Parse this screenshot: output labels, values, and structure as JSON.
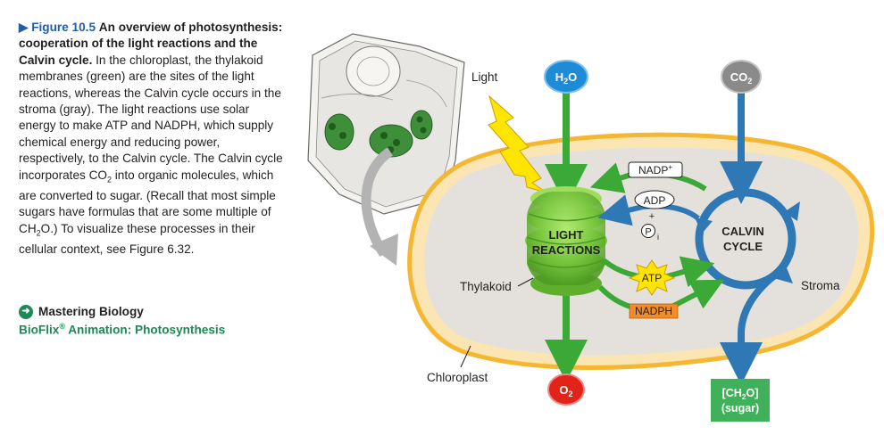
{
  "caption": {
    "figure_label": "▶ Figure 10.5",
    "title": "An overview of photosynthesis: cooperation of the light reactions and the Calvin cycle.",
    "body_1": "In the chloroplast, the thylakoid membranes (green) are the sites of the light reactions, whereas the Calvin cycle occurs in the stroma (gray). The light reactions use solar energy to make ATP and NADPH, which supply chemical energy and reducing power, respectively, to the Calvin cycle. The Calvin cycle incorporates CO",
    "sub_2": "2",
    "body_2": " into organic molecules, which are converted to sugar. (Recall that most simple sugars have formulas that are some multiple of CH",
    "body_3": "O.) To visualize these processes in their cellular context, see Figure 6.32."
  },
  "mastering": {
    "icon": "arrow-right-circle-icon",
    "label": "Mastering Biology",
    "link_1": "BioFlix",
    "reg": "®",
    "link_2": " Animation: Photosynthesis"
  },
  "diagram": {
    "light": "Light",
    "h2o": "H",
    "h2o_sub": "2",
    "h2o_tail": "O",
    "co2": "CO",
    "co2_sub": "2",
    "o2": "O",
    "o2_sub": "2",
    "nadp": "NADP",
    "nadp_sup": "+",
    "adp": "ADP",
    "plus": "+",
    "pi": "P",
    "pi_sub": "i",
    "atp": "ATP",
    "nadph": "NADPH",
    "light_reactions_1": "LIGHT",
    "light_reactions_2": "REACTIONS",
    "calvin_1": "CALVIN",
    "calvin_2": "CYCLE",
    "thylakoid": "Thylakoid",
    "stroma": "Stroma",
    "chloroplast": "Chloroplast",
    "sugar_1": "[CH",
    "sugar_1_sub": "2",
    "sugar_1_tail": "O]",
    "sugar_2": "(sugar)"
  },
  "colors": {
    "figure_label": "#1f5fa8",
    "h2o": "#1e8bd6",
    "co2": "#8a8a8a",
    "o2": "#e2231a",
    "sugar": "#3fb15a",
    "arrow_green": "#3aa935",
    "arrow_blue": "#2f78b6",
    "stroma": "#e4e1dc",
    "membrane": "#f5b731",
    "atp": "#ffe500",
    "nadph": "#f28c28",
    "link": "#1b8a55"
  }
}
